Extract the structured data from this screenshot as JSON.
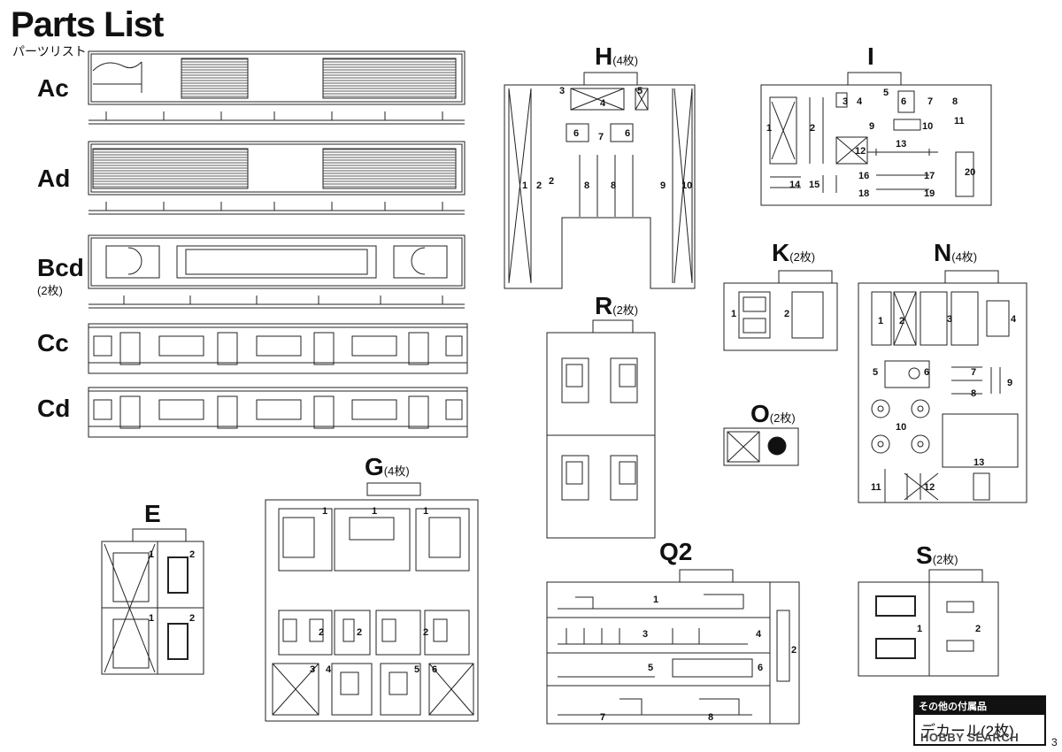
{
  "header": {
    "title": "Parts List",
    "subtitle": "パーツリスト"
  },
  "bodies": [
    {
      "code": "Ac",
      "qty": ""
    },
    {
      "code": "Ad",
      "qty": ""
    },
    {
      "code": "Bcd",
      "qty": "(2枚)"
    },
    {
      "code": "Cc",
      "qty": ""
    },
    {
      "code": "Cd",
      "qty": ""
    }
  ],
  "sprues": {
    "H": {
      "label": "H",
      "qty": "(4枚)",
      "nums": [
        "3",
        "4",
        "5",
        "6",
        "7",
        "6",
        "1",
        "2",
        "2",
        "8",
        "8",
        "9",
        "10"
      ]
    },
    "I": {
      "label": "I",
      "qty": "",
      "nums": [
        "1",
        "2",
        "3",
        "4",
        "5",
        "6",
        "7",
        "8",
        "9",
        "10",
        "11",
        "12",
        "13",
        "14",
        "15",
        "16",
        "17",
        "18",
        "19",
        "20"
      ]
    },
    "K": {
      "label": "K",
      "qty": "(2枚)",
      "nums": [
        "1",
        "2"
      ]
    },
    "N": {
      "label": "N",
      "qty": "(4枚)",
      "nums": [
        "1",
        "2",
        "3",
        "4",
        "5",
        "6",
        "7",
        "8",
        "9",
        "10",
        "11",
        "12",
        "13"
      ]
    },
    "R": {
      "label": "R",
      "qty": "(2枚)"
    },
    "O": {
      "label": "O",
      "qty": "(2枚)"
    },
    "E": {
      "label": "E",
      "qty": "",
      "nums": [
        "1",
        "2",
        "1",
        "2"
      ]
    },
    "G": {
      "label": "G",
      "qty": "(4枚)",
      "nums": [
        "1",
        "1",
        "1",
        "2",
        "2",
        "2",
        "3",
        "4",
        "5",
        "6"
      ]
    },
    "Q2": {
      "label": "Q2",
      "qty": "",
      "nums": [
        "1",
        "2",
        "3",
        "4",
        "5",
        "6",
        "7",
        "8"
      ]
    },
    "S": {
      "label": "S",
      "qty": "(2枚)",
      "nums": [
        "1",
        "2"
      ]
    }
  },
  "accessories": {
    "heading": "その他の付属品",
    "item": "デカール(2枚)"
  },
  "watermark": "HOBBY SEARCH",
  "page_number": "3"
}
